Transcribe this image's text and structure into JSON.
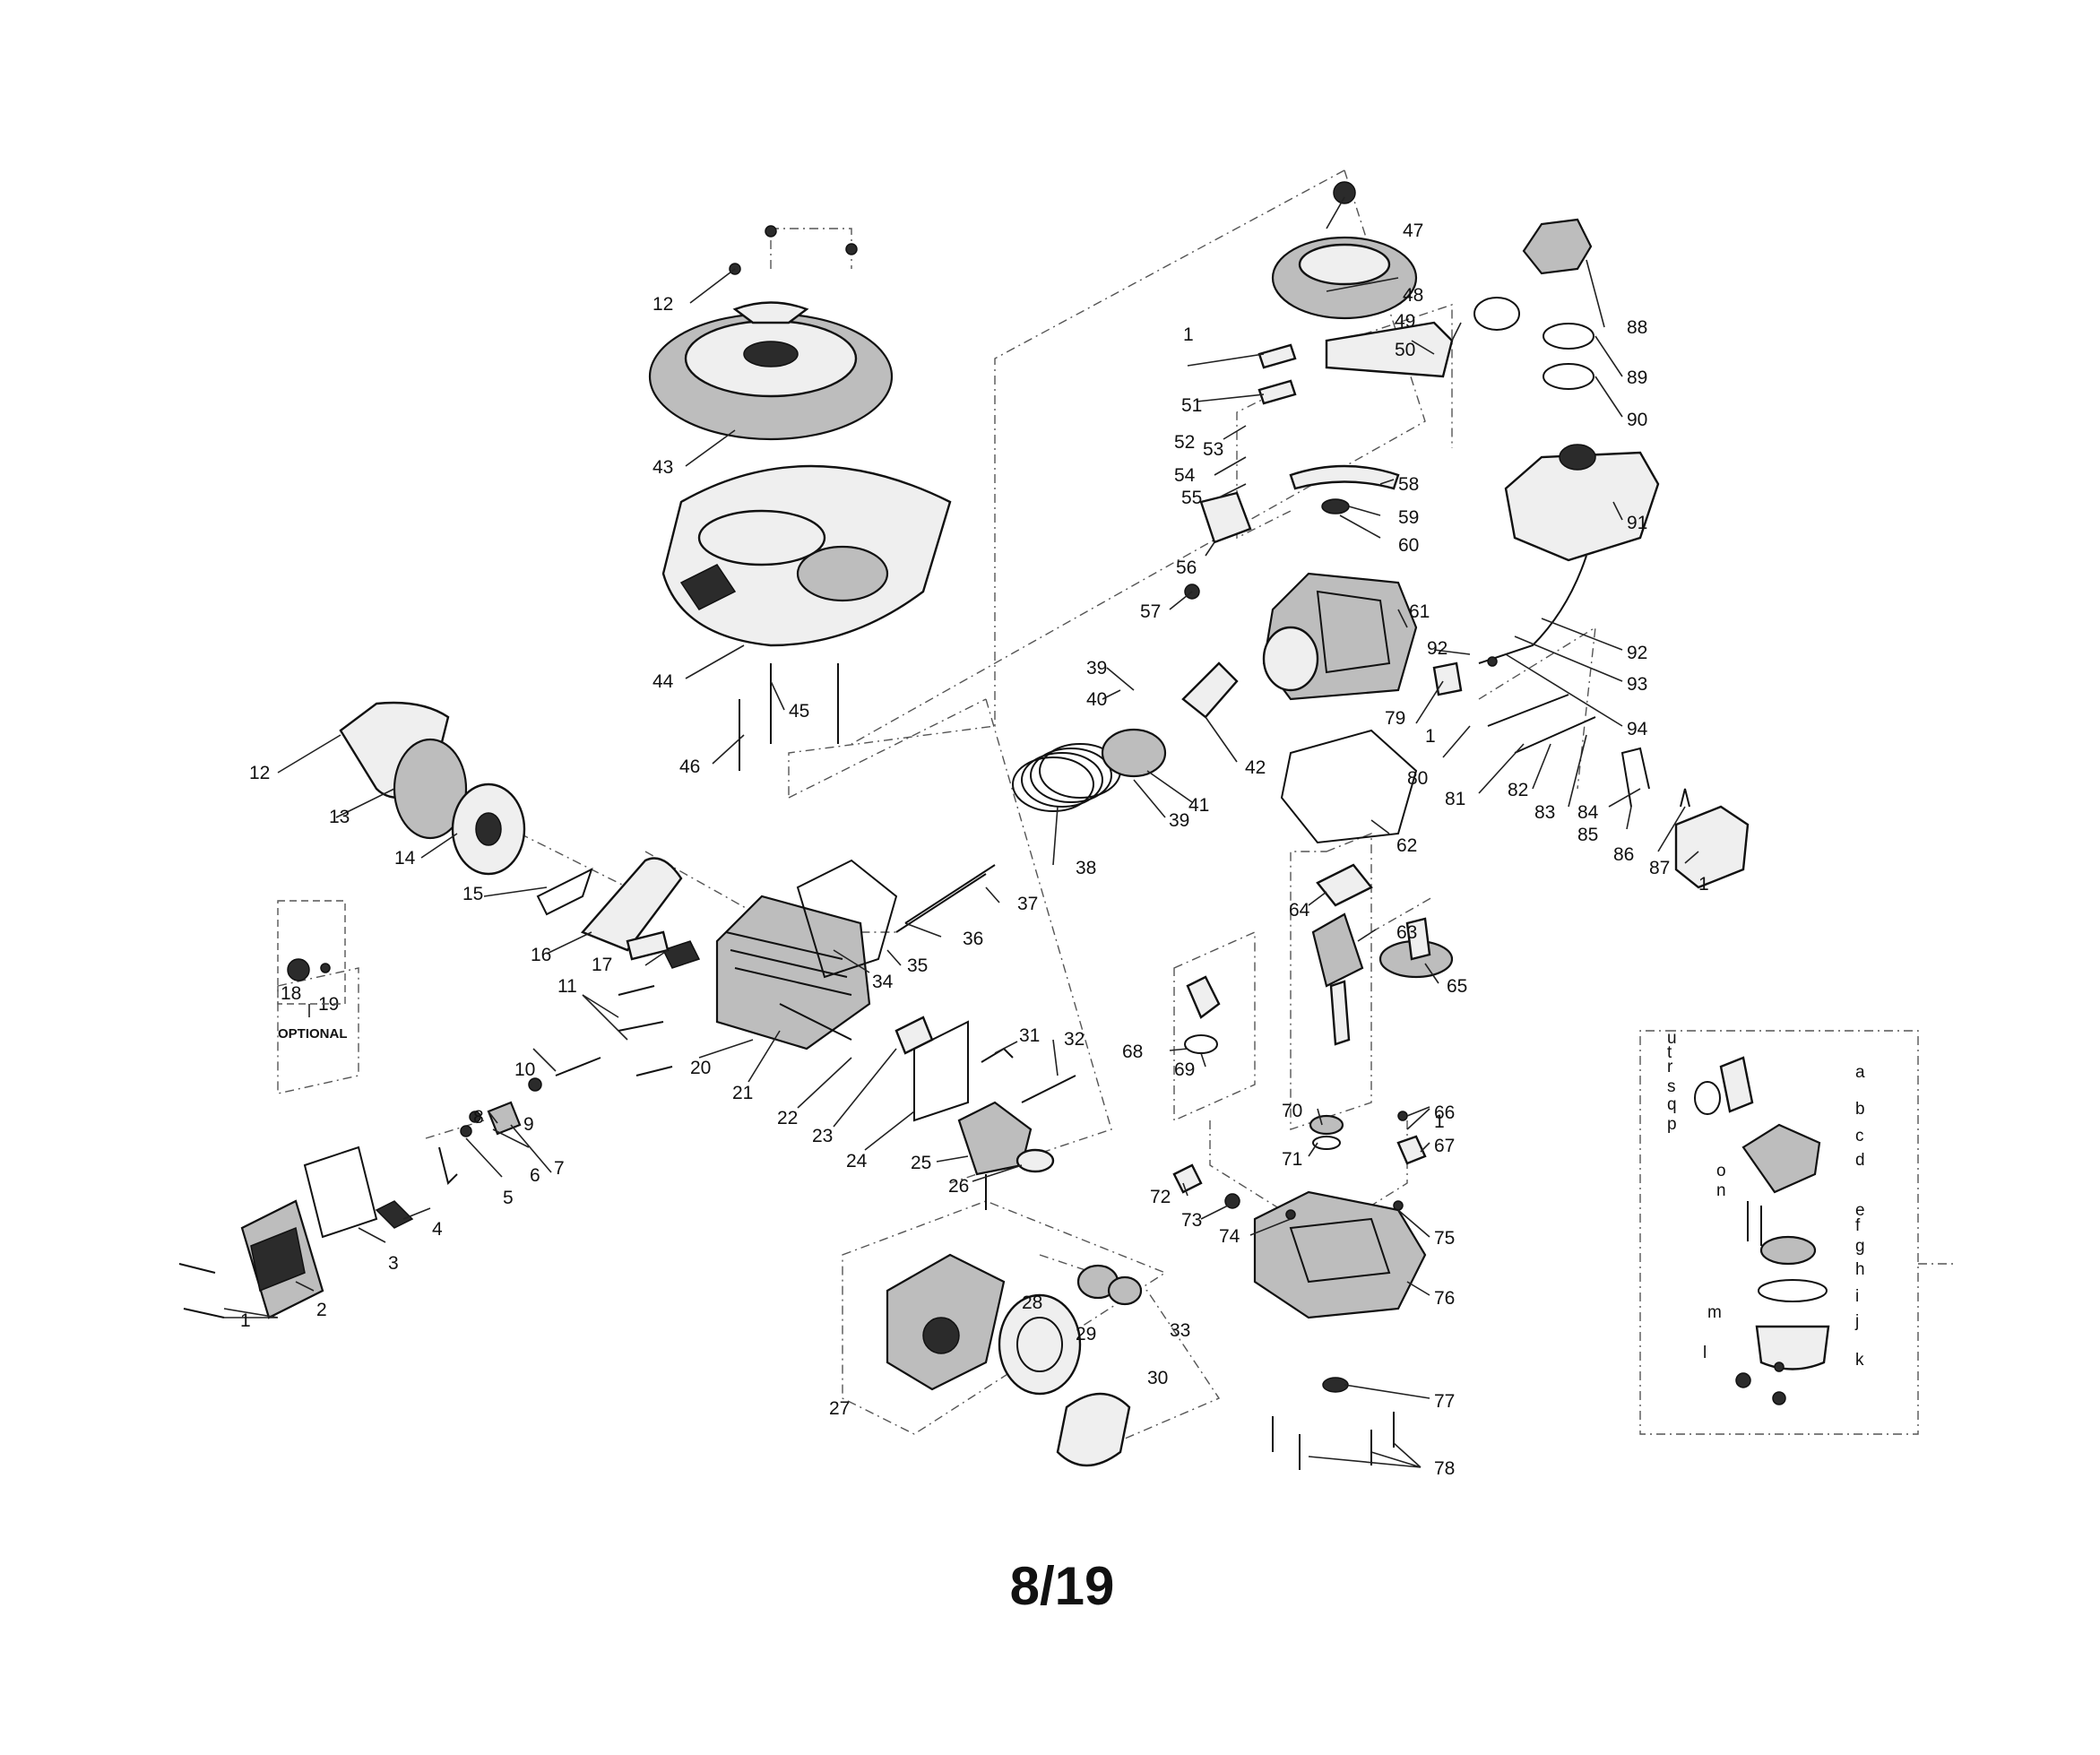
{
  "page_label": "8/19",
  "optional_label": "OPTIONAL",
  "callouts": {
    "c1": "1",
    "c2": "2",
    "c3": "3",
    "c4": "4",
    "c5": "5",
    "c6": "6",
    "c7": "7",
    "c8": "8",
    "c9": "9",
    "c10": "10",
    "c11": "11",
    "c12": "12",
    "c13": "13",
    "c14": "14",
    "c15": "15",
    "c16": "16",
    "c17": "17",
    "c18": "18",
    "c19": "19",
    "c20": "20",
    "c21": "21",
    "c22": "22",
    "c23": "23",
    "c24": "24",
    "c25": "25",
    "c26": "26",
    "c27": "27",
    "c28": "28",
    "c29": "29",
    "c30": "30",
    "c31": "31",
    "c32": "32",
    "c33": "33",
    "c34": "34",
    "c35": "35",
    "c36": "36",
    "c37": "37",
    "c38": "38",
    "c39": "39",
    "c40": "40",
    "c41": "41",
    "c42": "42",
    "c43": "43",
    "c44": "44",
    "c45": "45",
    "c46": "46",
    "c47": "47",
    "c48": "48",
    "c49": "49",
    "c50": "50",
    "c51": "51",
    "c52": "52",
    "c53": "53",
    "c54": "54",
    "c55": "55",
    "c56": "56",
    "c57": "57",
    "c58": "58",
    "c59": "59",
    "c60": "60",
    "c61": "61",
    "c62": "62",
    "c63": "63",
    "c64": "64",
    "c65": "65",
    "c66": "66",
    "c67": "67",
    "c68": "68",
    "c69": "69",
    "c70": "70",
    "c71": "71",
    "c72": "72",
    "c73": "73",
    "c74": "74",
    "c75": "75",
    "c76": "76",
    "c77": "77",
    "c78": "78",
    "c79": "79",
    "c80": "80",
    "c81": "81",
    "c82": "82",
    "c83": "83",
    "c84": "84",
    "c85": "85",
    "c86": "86",
    "c87": "87",
    "c88": "88",
    "c89": "89",
    "c90": "90",
    "c91": "91",
    "c92": "92",
    "c93": "93",
    "c94": "94"
  },
  "carb_callouts": {
    "a": "a",
    "b": "b",
    "c": "c",
    "d": "d",
    "e": "e",
    "f": "f",
    "g": "g",
    "h": "h",
    "i": "i",
    "j": "j",
    "k": "k",
    "l": "l",
    "m": "m",
    "n": "n",
    "o": "o",
    "p": "p",
    "q": "q",
    "r": "r",
    "s": "s",
    "t": "t",
    "u": "u"
  }
}
